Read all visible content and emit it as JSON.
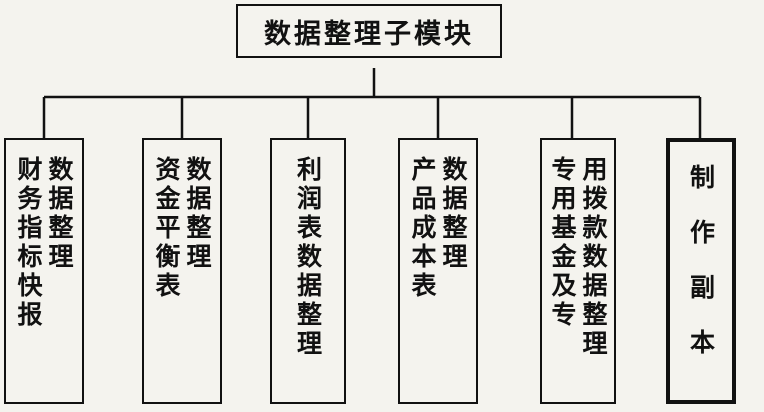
{
  "root": {
    "label": "数据整理子模块"
  },
  "children": [
    {
      "id": "finance-report",
      "lines": [
        "数据整理",
        "财务指标快报"
      ]
    },
    {
      "id": "balance-sheet",
      "lines": [
        "数据整理",
        "资金平衡表"
      ]
    },
    {
      "id": "profit-table",
      "lines": [
        "利润表数据整理"
      ]
    },
    {
      "id": "product-cost",
      "lines": [
        "数据整理",
        "产品成本表"
      ]
    },
    {
      "id": "special-fund",
      "lines": [
        "用拨款数据整理",
        "专用基金及专"
      ]
    },
    {
      "id": "make-copy",
      "lines": [
        "制作副本"
      ]
    }
  ]
}
